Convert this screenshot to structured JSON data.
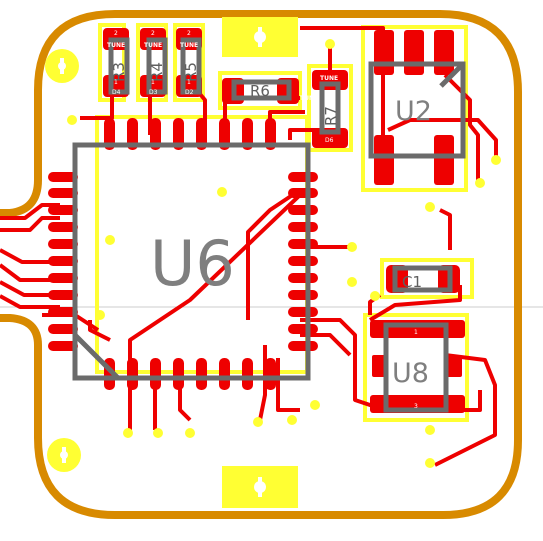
{
  "board": {
    "outline_color": "#d88a00",
    "copper_color": "#ee0000",
    "silk_color": "#ffff33",
    "courtyard_color": "#6b6b6b"
  },
  "components": {
    "u6": "U6",
    "u2": "U2",
    "u8": "U8",
    "c1": "C1",
    "r3": "R3",
    "r4": "R4",
    "r5": "R5",
    "r6": "R6",
    "r7": "R7"
  },
  "pad_labels": {
    "tune": "TUNE",
    "pin_1": "1",
    "pin_2": "2",
    "pin_3": "3",
    "d4": "D4",
    "d3": "D3",
    "d2": "D2",
    "d6": "D6"
  },
  "icons": {
    "mounting_hole": "mounting-hole-icon",
    "connector": "connector-pad-icon"
  }
}
